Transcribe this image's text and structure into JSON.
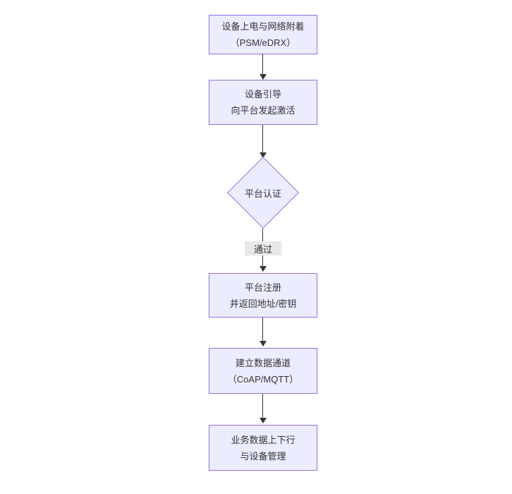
{
  "diagram": {
    "type": "flowchart",
    "direction": "top-down",
    "colors": {
      "node_fill": "#ECECFF",
      "node_border": "#9370DB",
      "text_color": "#333333",
      "line_color": "#333333",
      "edge_label_bg": "#e8e8e8",
      "canvas_bg": "#ffffff"
    },
    "nodes": [
      {
        "id": "device-power-on",
        "shape": "rect",
        "lines": [
          "设备上电与网络附着",
          "（PSM/eDRX）"
        ]
      },
      {
        "id": "device-bootstrap",
        "shape": "rect",
        "lines": [
          "设备引导",
          "向平台发起激活"
        ]
      },
      {
        "id": "platform-auth",
        "shape": "diamond",
        "lines": [
          "平台认证"
        ]
      },
      {
        "id": "platform-register",
        "shape": "rect",
        "lines": [
          "平台注册",
          "并返回地址/密钥"
        ]
      },
      {
        "id": "data-channel",
        "shape": "rect",
        "lines": [
          "建立数据通道",
          "（CoAP/MQTT）"
        ]
      },
      {
        "id": "business-data",
        "shape": "rect",
        "lines": [
          "业务数据上下行",
          "与设备管理"
        ]
      }
    ],
    "edges": [
      {
        "from": "device-power-on",
        "to": "device-bootstrap",
        "label": ""
      },
      {
        "from": "device-bootstrap",
        "to": "platform-auth",
        "label": ""
      },
      {
        "from": "platform-auth",
        "to": "platform-register",
        "label": "通过"
      },
      {
        "from": "platform-register",
        "to": "data-channel",
        "label": ""
      },
      {
        "from": "data-channel",
        "to": "business-data",
        "label": ""
      }
    ]
  }
}
